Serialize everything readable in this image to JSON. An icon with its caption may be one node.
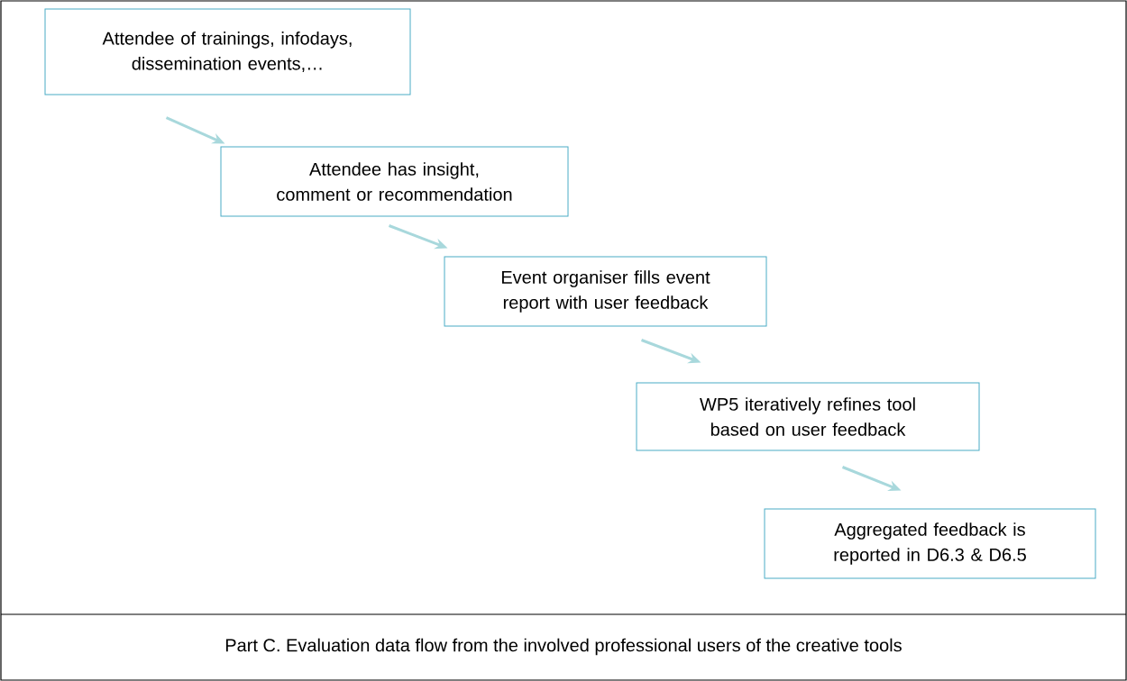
{
  "diagram": {
    "caption": "Part C. Evaluation data flow from the involved professional users of the creative tools",
    "nodes": [
      {
        "text": [
          "Attendee of trainings, infodays, dissemination events,…"
        ]
      },
      {
        "text": [
          "Attendee has insight, comment or recommendation"
        ]
      },
      {
        "text": [
          "Event organiser fills event report with user feedback"
        ]
      },
      {
        "text": [
          "WP5 iteratively refines tool based on user feedback"
        ]
      },
      {
        "text": [
          "Aggregated feedback is reported in D6.3 & D6.5"
        ]
      }
    ],
    "edges": [
      {
        "from": 0,
        "to": 1,
        "arrow": "to"
      },
      {
        "from": 1,
        "to": 2,
        "arrow": "to"
      },
      {
        "from": 2,
        "to": 3,
        "arrow": "to"
      },
      {
        "from": 3,
        "to": 4,
        "arrow": "to"
      }
    ]
  }
}
